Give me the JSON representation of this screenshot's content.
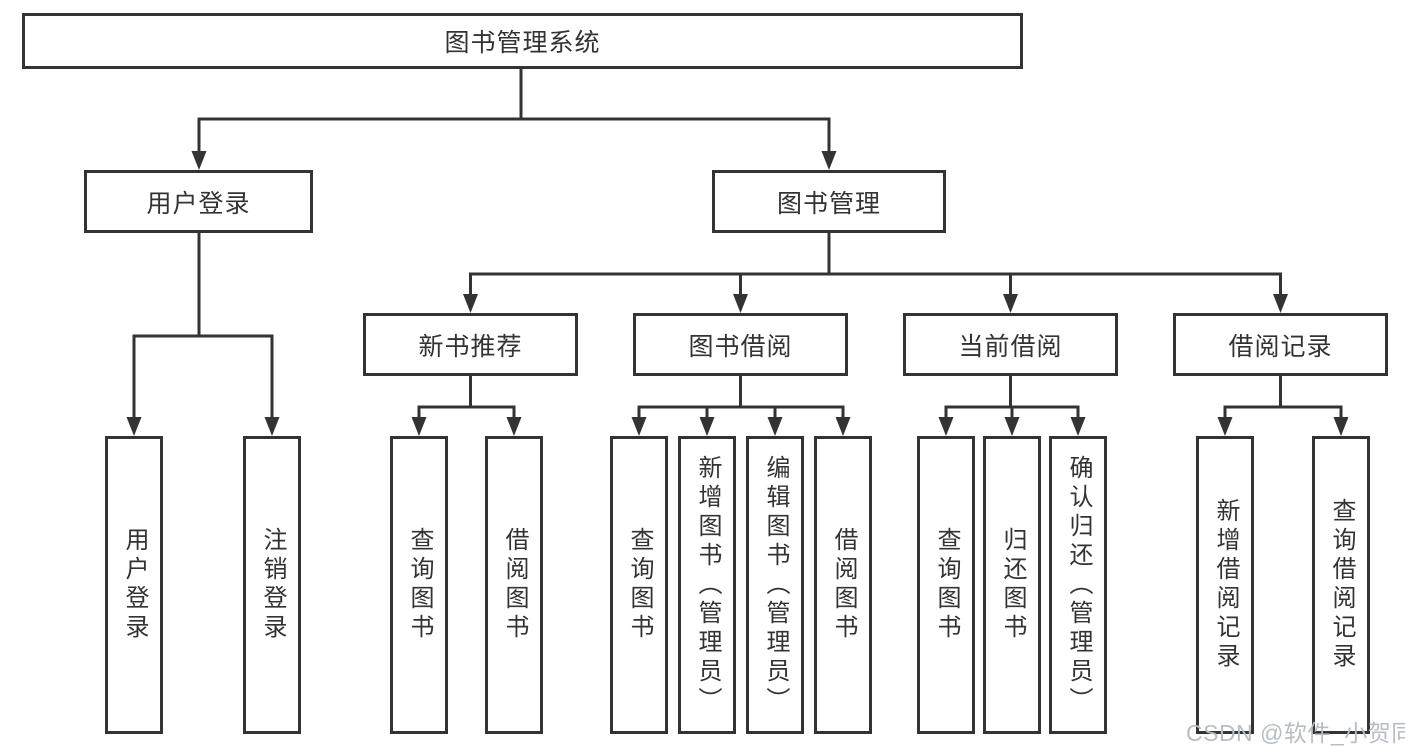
{
  "tree": {
    "root": {
      "label": "图书管理系统"
    },
    "children": [
      {
        "label": "用户登录",
        "children": [
          {
            "label": "用户登录"
          },
          {
            "label": "注销登录"
          }
        ]
      },
      {
        "label": "图书管理",
        "children": [
          {
            "label": "新书推荐",
            "children": [
              {
                "label": "查询图书"
              },
              {
                "label": "借阅图书"
              }
            ]
          },
          {
            "label": "图书借阅",
            "children": [
              {
                "label": "查询图书"
              },
              {
                "label": "新增图书（管理员）"
              },
              {
                "label": "编辑图书（管理员）"
              },
              {
                "label": "借阅图书"
              }
            ]
          },
          {
            "label": "当前借阅",
            "children": [
              {
                "label": "查询图书"
              },
              {
                "label": "归还图书"
              },
              {
                "label": "确认归还（管理员）"
              }
            ]
          },
          {
            "label": "借阅记录",
            "children": [
              {
                "label": "新增借阅记录"
              },
              {
                "label": "查询借阅记录"
              }
            ]
          }
        ]
      }
    ]
  },
  "colors": {
    "line": "#333333",
    "box_fill": "#ffffff",
    "text": "#333333",
    "watermark": "#b7bdc5"
  },
  "watermark": "CSDN @软件_小贺同学"
}
